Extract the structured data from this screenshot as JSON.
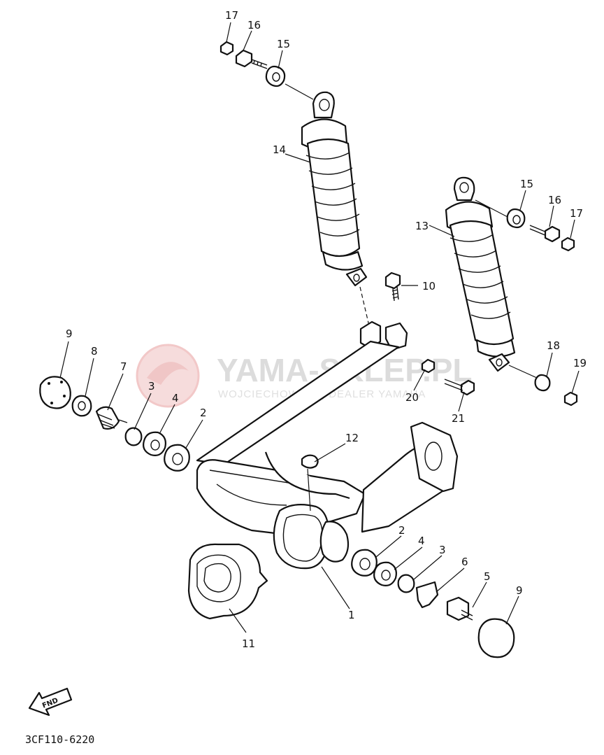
{
  "diagram": {
    "drawing_code": "3CF110-6220",
    "find_arrow_label": "FND",
    "watermark": {
      "brand": "YAMA-SKLEP.PL",
      "subtitle": "WOJCIECHOWICZ | DEALER YAMAHA"
    },
    "callouts": [
      {
        "id": "c17a",
        "label": "17"
      },
      {
        "id": "c16a",
        "label": "16"
      },
      {
        "id": "c15a",
        "label": "15"
      },
      {
        "id": "c14",
        "label": "14"
      },
      {
        "id": "c15b",
        "label": "15"
      },
      {
        "id": "c16b",
        "label": "16"
      },
      {
        "id": "c17b",
        "label": "17"
      },
      {
        "id": "c13",
        "label": "13"
      },
      {
        "id": "c10",
        "label": "10"
      },
      {
        "id": "c18",
        "label": "18"
      },
      {
        "id": "c19",
        "label": "19"
      },
      {
        "id": "c20",
        "label": "20"
      },
      {
        "id": "c21",
        "label": "21"
      },
      {
        "id": "c9a",
        "label": "9"
      },
      {
        "id": "c8",
        "label": "8"
      },
      {
        "id": "c7",
        "label": "7"
      },
      {
        "id": "c3a",
        "label": "3"
      },
      {
        "id": "c4a",
        "label": "4"
      },
      {
        "id": "c2a",
        "label": "2"
      },
      {
        "id": "c12",
        "label": "12"
      },
      {
        "id": "c2b",
        "label": "2"
      },
      {
        "id": "c4b",
        "label": "4"
      },
      {
        "id": "c3b",
        "label": "3"
      },
      {
        "id": "c6",
        "label": "6"
      },
      {
        "id": "c5",
        "label": "5"
      },
      {
        "id": "c9b",
        "label": "9"
      },
      {
        "id": "c1",
        "label": "1"
      },
      {
        "id": "c11",
        "label": "11"
      }
    ]
  }
}
